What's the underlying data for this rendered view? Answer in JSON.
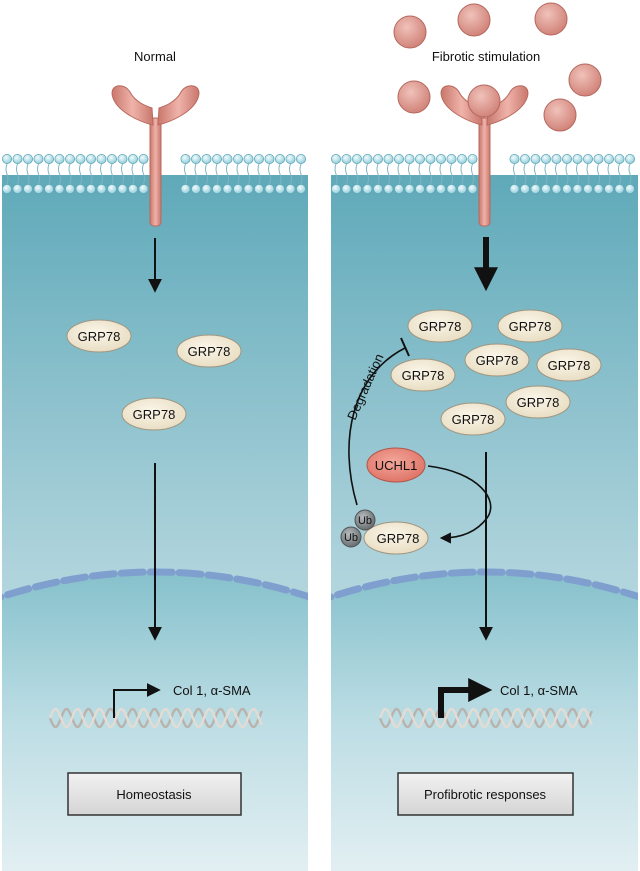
{
  "left_panel": {
    "title": "Normal",
    "proteins": [
      "GRP78",
      "GRP78",
      "GRP78"
    ],
    "genes": "Col 1, α-SMA",
    "outcome": "Homeostasis"
  },
  "right_panel": {
    "title": "Fibrotic stimulation",
    "proteins": [
      "GRP78",
      "GRP78",
      "GRP78",
      "GRP78",
      "GRP78",
      "GRP78",
      "GRP78"
    ],
    "enzyme": "UCHL1",
    "degradation_label": "Degradation",
    "ubiquitin_label": "Ub",
    "ubiquitinated_protein": "GRP78",
    "genes": "Col 1, α-SMA",
    "outcome": "Profibrotic responses"
  },
  "colors": {
    "cytoplasm_top": "#6ab3c2",
    "cytoplasm_bottom": "#e6f1f4",
    "nucleus_top": "#8ec6d1",
    "receptor": "#dc9186",
    "ligand": "#d9948c",
    "protein": "#f3ead6",
    "uchl1": "#e98577",
    "membrane_bead": "#bfe2ea",
    "nuclear_pore": "#7f9fcf",
    "ubiquitin": "#7d8285"
  }
}
